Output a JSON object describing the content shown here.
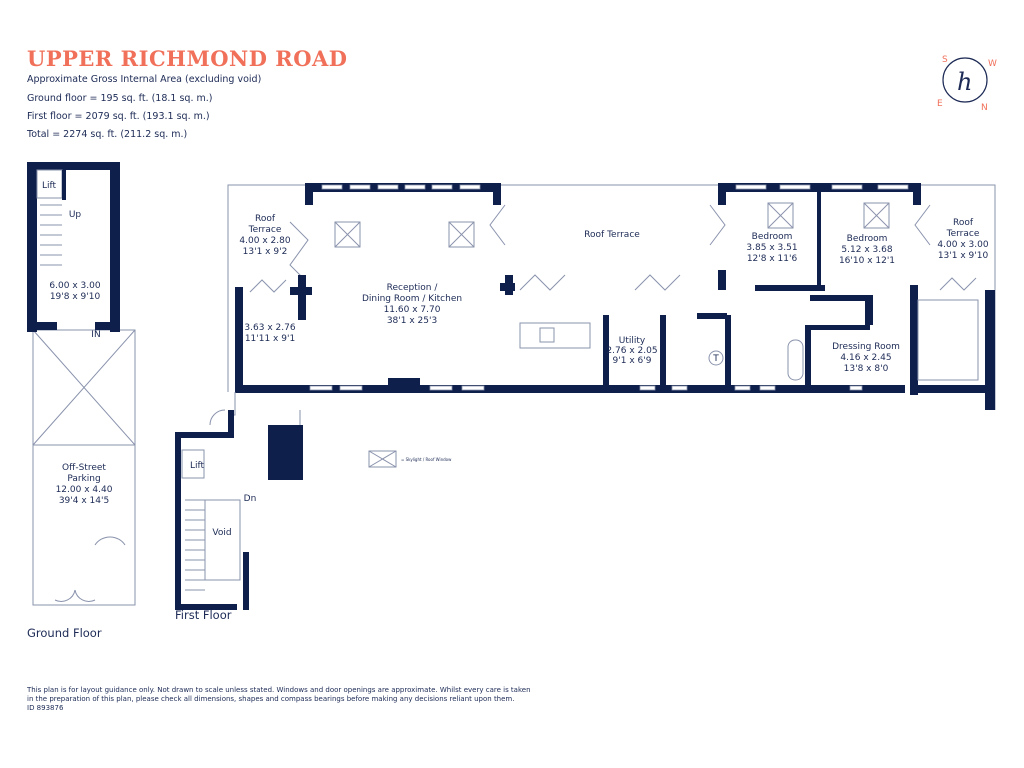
{
  "header": {
    "title": "UPPER RICHMOND ROAD",
    "area_heading": "Approximate Gross Internal Area  (excluding void)",
    "ground_floor": "Ground floor = 195 sq. ft. (18.1 sq. m.)",
    "first_floor": "First floor  = 2079 sq. ft. (193.1 sq. m.)",
    "total": "Total = 2274 sq. ft. (211.2 sq. m.)"
  },
  "logo": {
    "letter": "h",
    "compass": {
      "s": "S",
      "w": "W",
      "e": "E",
      "n": "N"
    }
  },
  "colors": {
    "accent": "#f0705a",
    "walls": "#0f1f4b"
  },
  "ground_floor": {
    "label": "Ground Floor",
    "lift": "Lift",
    "up": "Up",
    "in": "IN",
    "hall": {
      "metric": "6.00 x 3.00",
      "imperial": "19'8 x 9'10"
    },
    "parking": {
      "name1": "Off-Street",
      "name2": "Parking",
      "metric": "12.00 x 4.40",
      "imperial": "39'4 x 14'5"
    }
  },
  "first_floor": {
    "label": "First Floor",
    "lift": "Lift",
    "dn": "Dn",
    "void": "Void",
    "roof_terrace_main": "Roof Terrace",
    "roof_terrace_left": {
      "name1": "Roof",
      "name2": "Terrace",
      "metric": "4.00 x 2.80",
      "imperial": "13'1 x 9'2"
    },
    "roof_terrace_right": {
      "name1": "Roof",
      "name2": "Terrace",
      "metric": "4.00 x 3.00",
      "imperial": "13'1 x 9'10"
    },
    "entrance_room": {
      "metric": "3.63 x 2.76",
      "imperial": "11'11 x 9'1"
    },
    "reception": {
      "name1": "Reception /",
      "name2": "Dining Room / Kitchen",
      "metric": "11.60 x 7.70",
      "imperial": "38'1 x 25'3"
    },
    "utility": {
      "name": "Utility",
      "metric": "2.76 x 2.05",
      "imperial": "9'1 x 6'9"
    },
    "bedroom1": {
      "name": "Bedroom",
      "metric": "3.85 x 3.51",
      "imperial": "12'8 x 11'6"
    },
    "bedroom2": {
      "name": "Bedroom",
      "metric": "5.12 x 3.68",
      "imperial": "16'10 x 12'1"
    },
    "dressing": {
      "name": "Dressing Room",
      "metric": "4.16 x 2.45",
      "imperial": "13'8 x 8'0"
    },
    "tank": "T"
  },
  "legend": {
    "skylight": "= Skylight / Roof Window"
  },
  "disclaimer": {
    "line1": "This plan is for layout guidance only. Not drawn to scale unless stated. Windows and door openings are approximate. Whilst every care is taken",
    "line2": "in the preparation of this plan, please check all dimensions, shapes and compass bearings before making any decisions reliant upon them.",
    "id": "ID 893876"
  }
}
